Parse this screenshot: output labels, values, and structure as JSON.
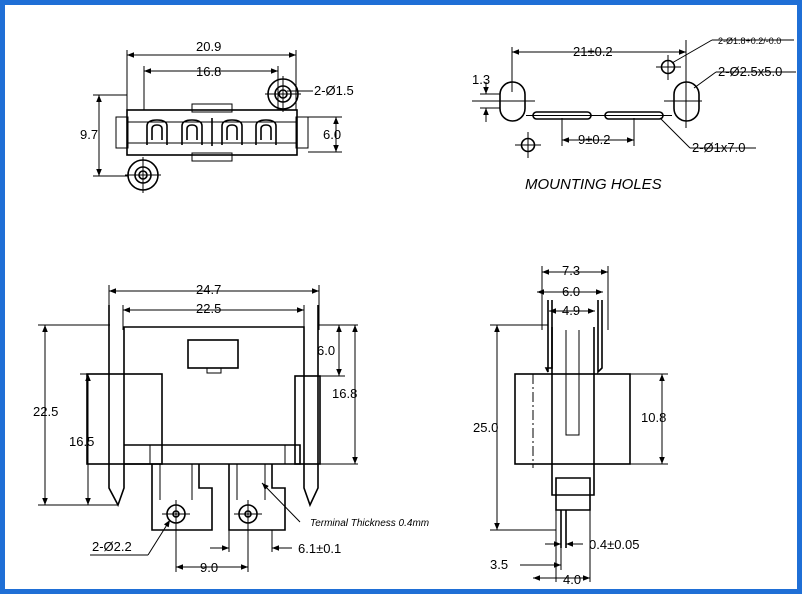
{
  "colors": {
    "frame": "#1f6fd6",
    "line": "#000000",
    "background": "#ffffff"
  },
  "top_view": {
    "width_overall": "20.9",
    "width_inner": "16.8",
    "hole": "2-Ø1.5",
    "height_left": "9.7",
    "height_right": "6.0"
  },
  "mounting": {
    "title": "MOUNTING HOLES",
    "spacing_top": "21±0.2",
    "small_hole": "2-Ø1.8+0.2/-0.0",
    "slot_large": "2-Ø2.5x5.0",
    "height_left": "1.3",
    "spacing_mid": "9±0.2",
    "slot_small": "2-Ø1x7.0"
  },
  "front_view": {
    "width_overall": "24.7",
    "width_inner": "22.5",
    "dim_6": "6.0",
    "height_right": "16.8",
    "height_left_outer": "22.5",
    "height_left_inner": "16.5",
    "terminal_hole": "2-Ø2.2",
    "terminal_note": "Terminal Thickness 0.4mm",
    "spacing_bottom": "9.0",
    "pin_pitch": "6.1±0.1"
  },
  "side_view": {
    "width_7_3": "7.3",
    "width_6_0": "6.0",
    "width_4_9": "4.9",
    "height_total": "25.0",
    "height_body": "10.8",
    "thickness": "0.4±0.05",
    "offset": "3.5",
    "base_width": "4.0"
  }
}
